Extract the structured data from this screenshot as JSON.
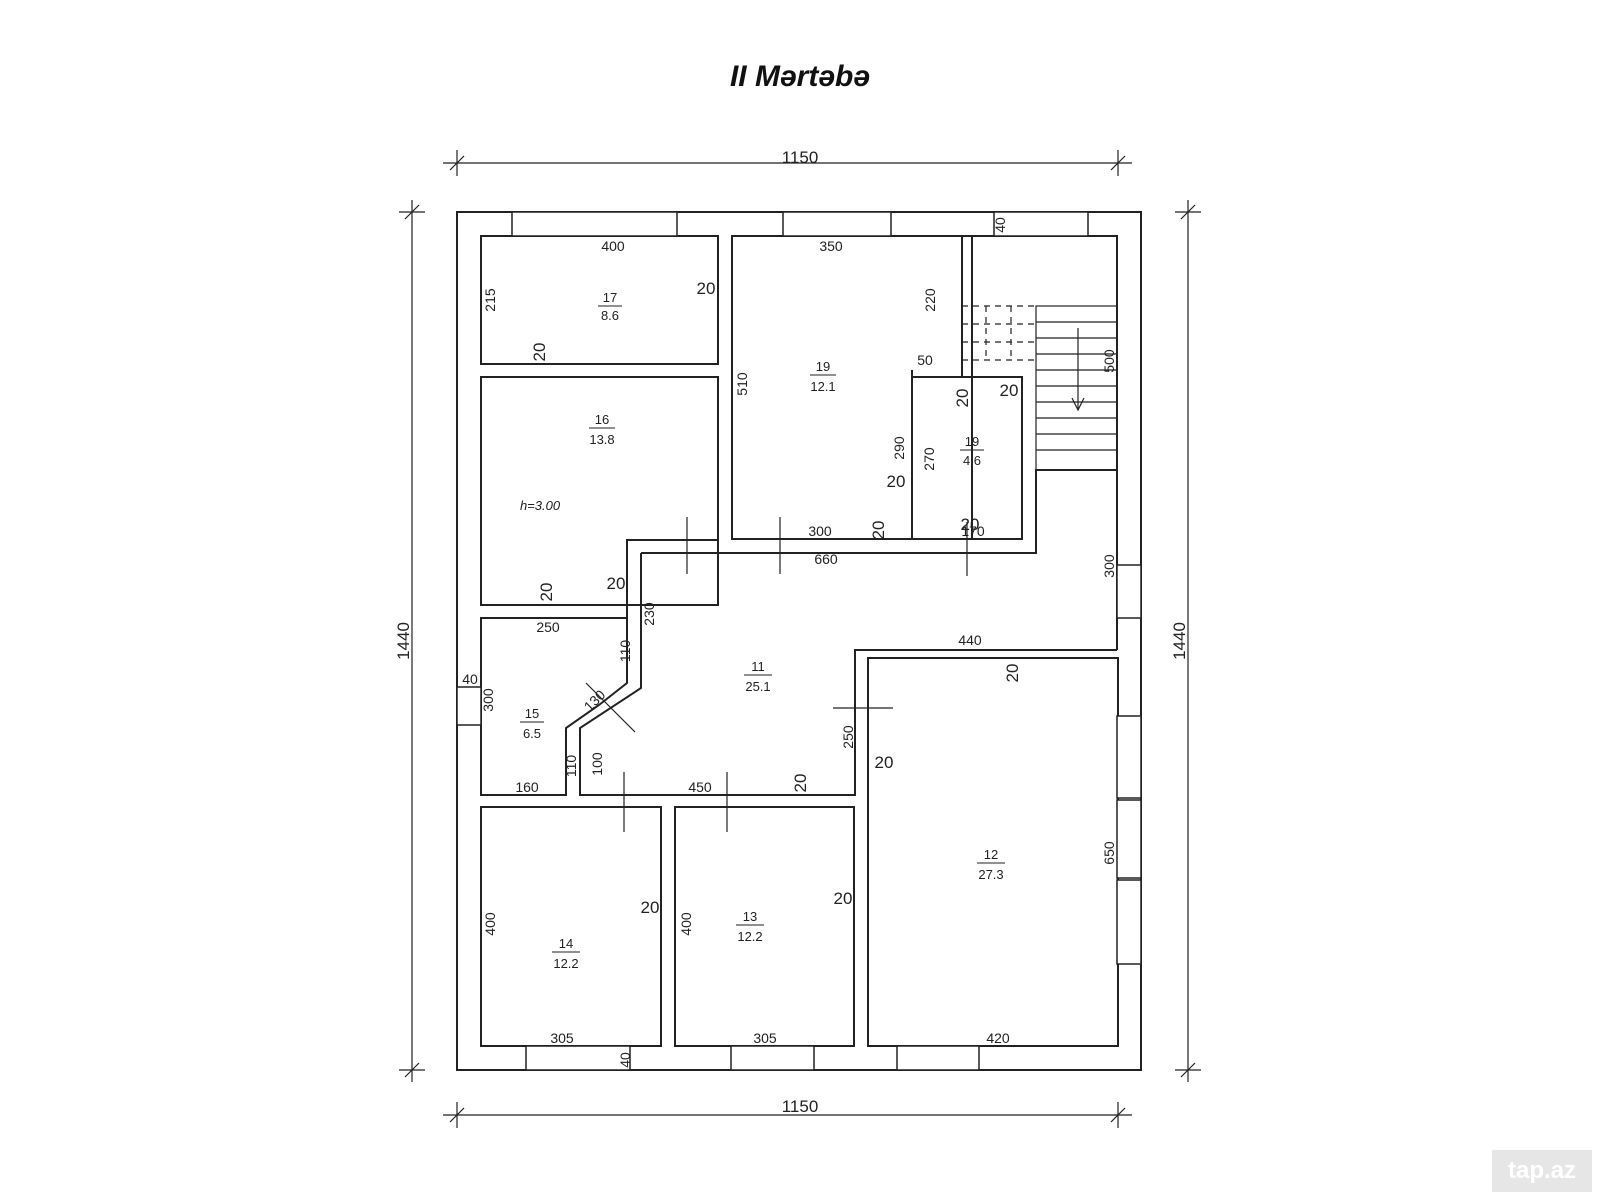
{
  "title": "II Mərtəbə",
  "watermark": "tap.az",
  "overall": {
    "width_top": "1150",
    "width_bottom": "1150",
    "height_left": "1440",
    "height_right": "1440"
  },
  "rooms": [
    {
      "id": "r17",
      "num": "17",
      "area": "8.6"
    },
    {
      "id": "r19a",
      "num": "19",
      "area": "12.1"
    },
    {
      "id": "r16",
      "num": "16",
      "area": "13.8"
    },
    {
      "id": "r19b",
      "num": "19",
      "area": "4.6"
    },
    {
      "id": "r11",
      "num": "11",
      "area": "25.1"
    },
    {
      "id": "r15",
      "num": "15",
      "area": "6.5"
    },
    {
      "id": "r12",
      "num": "12",
      "area": "27.3"
    },
    {
      "id": "r14",
      "num": "14",
      "area": "12.2"
    },
    {
      "id": "r13",
      "num": "13",
      "area": "12.2"
    }
  ],
  "height_note": "h=3.00",
  "dimensions": {
    "d400a": "400",
    "d350": "350",
    "d40a": "40",
    "d215": "215",
    "d220": "220",
    "d50": "50",
    "d510": "510",
    "d500": "500",
    "d290": "290",
    "d270": "270",
    "d300a": "300",
    "d170": "170",
    "d660": "660",
    "d300b": "300",
    "d250a": "250",
    "d230": "230",
    "d110a": "110",
    "d440": "440",
    "d40b": "40",
    "d300c": "300",
    "d130": "130",
    "d110b": "110",
    "d100": "100",
    "d160": "160",
    "d450": "450",
    "d250b": "250",
    "d650": "650",
    "d400b": "400",
    "d400c": "400",
    "d305a": "305",
    "d305b": "305",
    "d420": "420",
    "d40c": "40",
    "w1": "20",
    "w2": "20",
    "w3": "20",
    "w4": "20",
    "w5": "20",
    "w6": "20",
    "w7": "20",
    "w8": "20",
    "w9": "20",
    "w10": "20",
    "w11": "20",
    "w12": "20",
    "w13": "20",
    "w14": "20"
  }
}
